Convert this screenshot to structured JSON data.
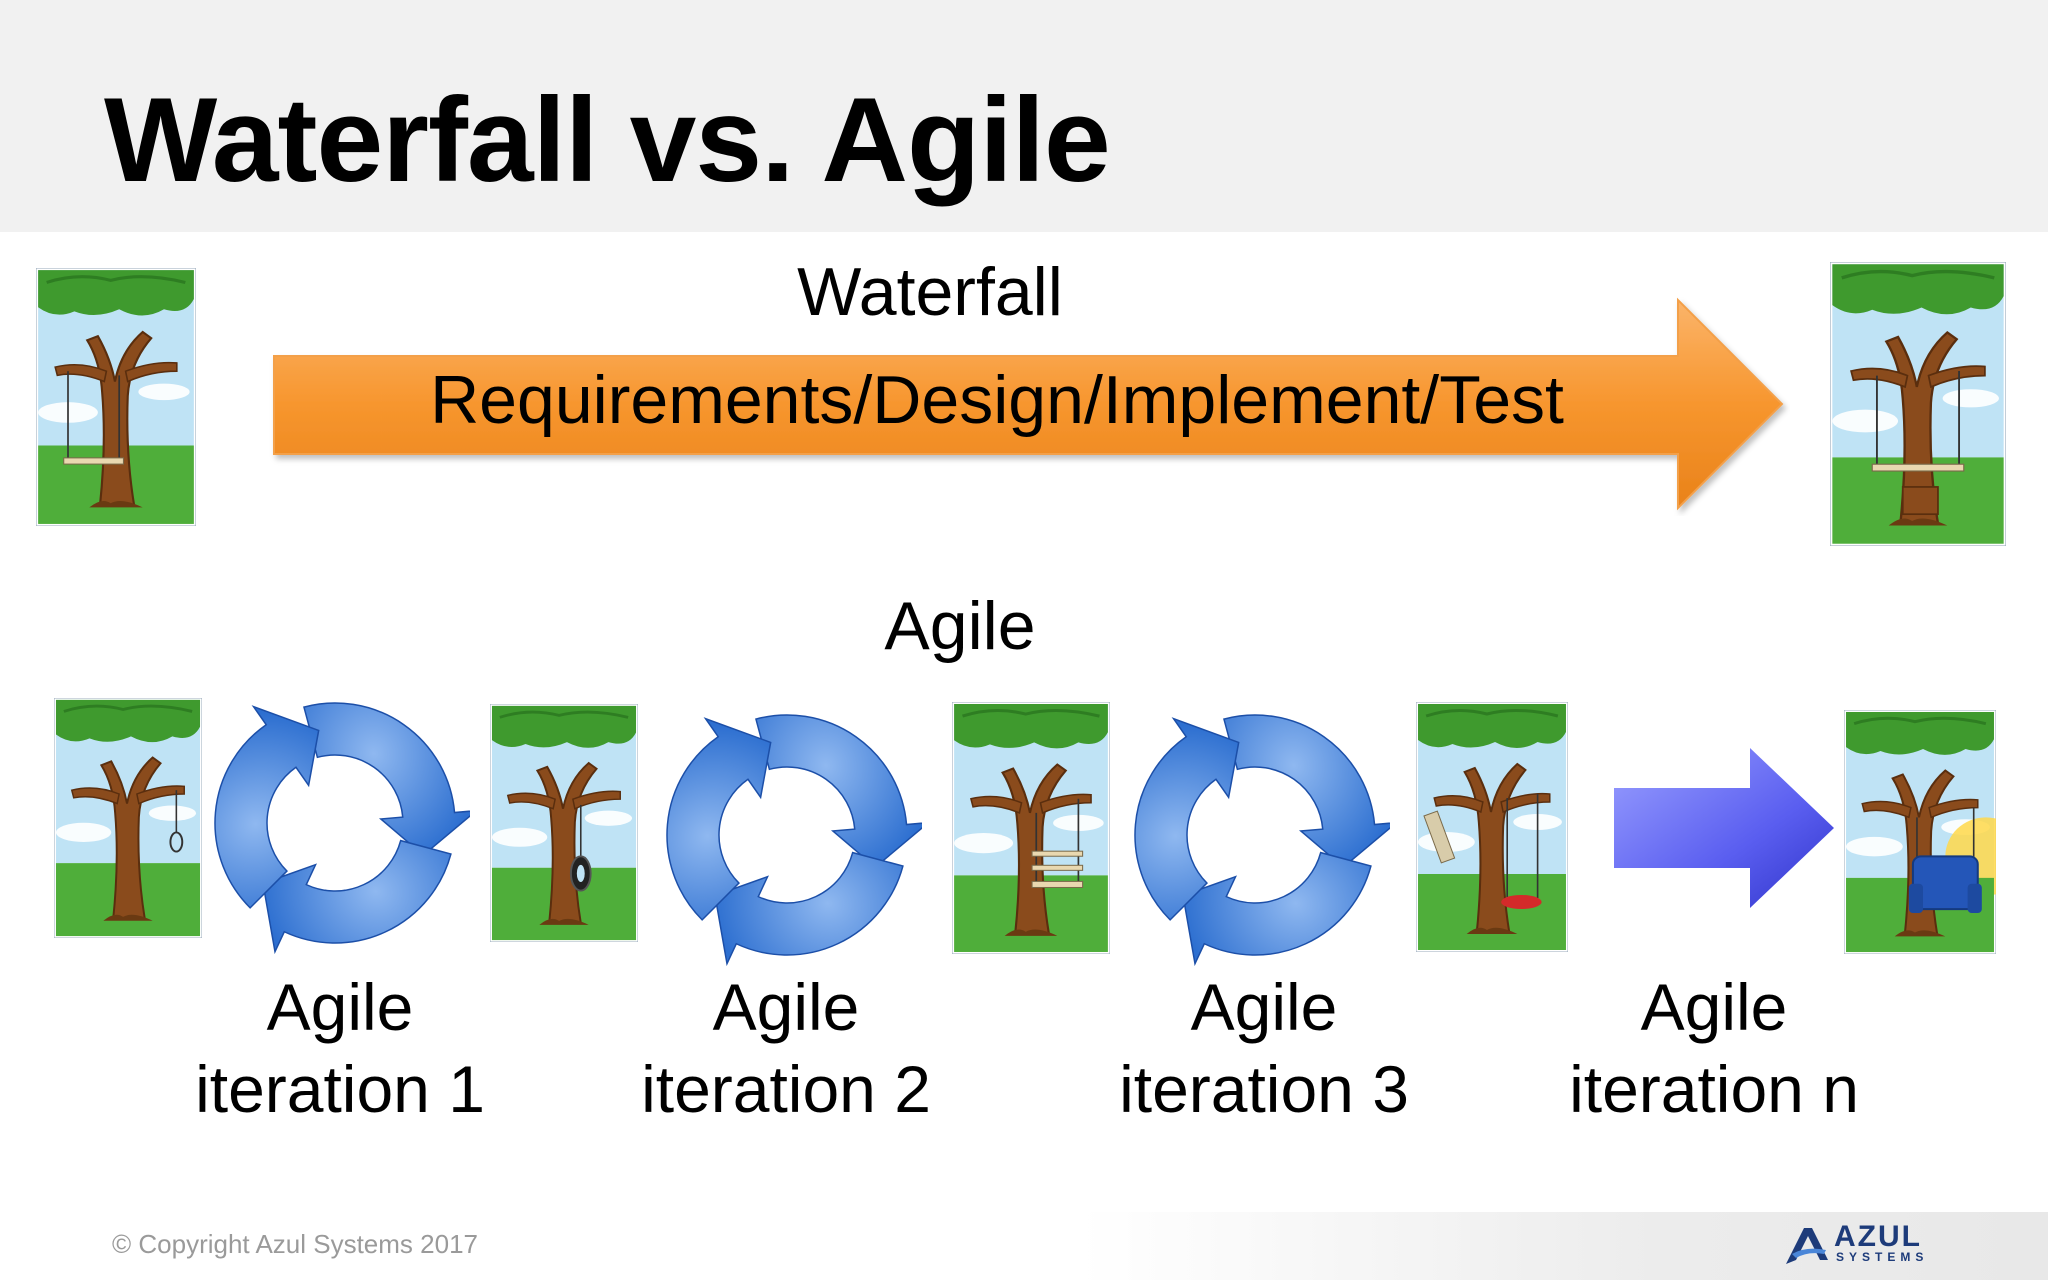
{
  "slide": {
    "title": "Waterfall vs. Agile"
  },
  "waterfall": {
    "label": "Waterfall",
    "arrow_text": "Requirements/Design/Implement/Test",
    "arrow_color": "#f7962e"
  },
  "agile": {
    "label": "Agile",
    "iterations": [
      {
        "line1": "Agile",
        "line2": "iteration 1"
      },
      {
        "line1": "Agile",
        "line2": "iteration 2"
      },
      {
        "line1": "Agile",
        "line2": "iteration 3"
      },
      {
        "line1": "Agile",
        "line2": "iteration n"
      }
    ],
    "cycle_color": "#2d6fd0",
    "final_arrow_color": "#5a5ef0"
  },
  "tree_images": [
    {
      "icon": "tree-plank-swing-icon"
    },
    {
      "icon": "tree-finished-swing-icon"
    },
    {
      "icon": "tree-rope-noose-icon"
    },
    {
      "icon": "tree-tire-swing-icon"
    },
    {
      "icon": "tree-seat-swing-icon"
    },
    {
      "icon": "tree-ladder-swing-icon"
    },
    {
      "icon": "tree-armchair-icon"
    }
  ],
  "footer": {
    "copyright": "© Copyright Azul Systems 2017",
    "logo_word": "AZUL",
    "logo_sub": "SYSTEMS"
  }
}
